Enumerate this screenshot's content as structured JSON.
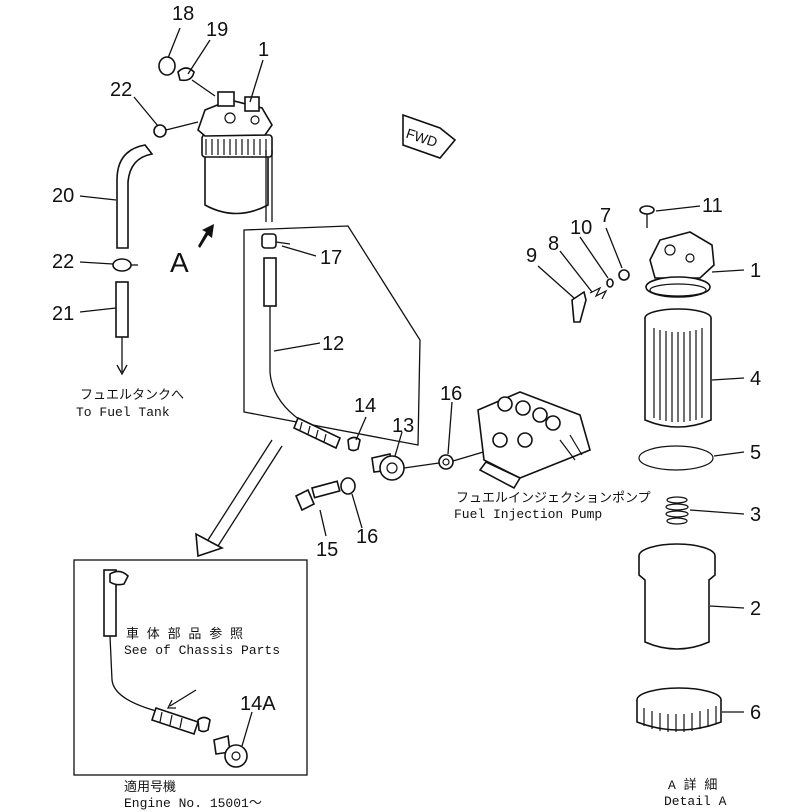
{
  "labels": {
    "p1a": "1",
    "p1b": "1",
    "p2": "2",
    "p3": "3",
    "p4": "4",
    "p5": "5",
    "p6": "6",
    "p7": "7",
    "p8": "8",
    "p9": "9",
    "p10": "10",
    "p11": "11",
    "p12": "12",
    "p13": "13",
    "p14": "14",
    "p14a": "14A",
    "p15": "15",
    "p16a": "16",
    "p16b": "16",
    "p17": "17",
    "p18": "18",
    "p19": "19",
    "p20": "20",
    "p21": "21",
    "p22a": "22",
    "p22b": "22"
  },
  "view_marker": "A",
  "fwd_label": "FWD",
  "captions": {
    "fuel_tank_jp": "フュエルタンクへ",
    "fuel_tank_en": "To Fuel Tank",
    "injection_pump_jp": "フュエルインジェクションポンプ",
    "injection_pump_en": "Fuel Injection Pump",
    "chassis_jp": "車 体 部 品 参 照",
    "chassis_en": "See of Chassis Parts",
    "engine_jp": "適用号機",
    "engine_en": "Engine No. 15001～",
    "detail_jp": "A 詳 細",
    "detail_en": "Detail A"
  }
}
